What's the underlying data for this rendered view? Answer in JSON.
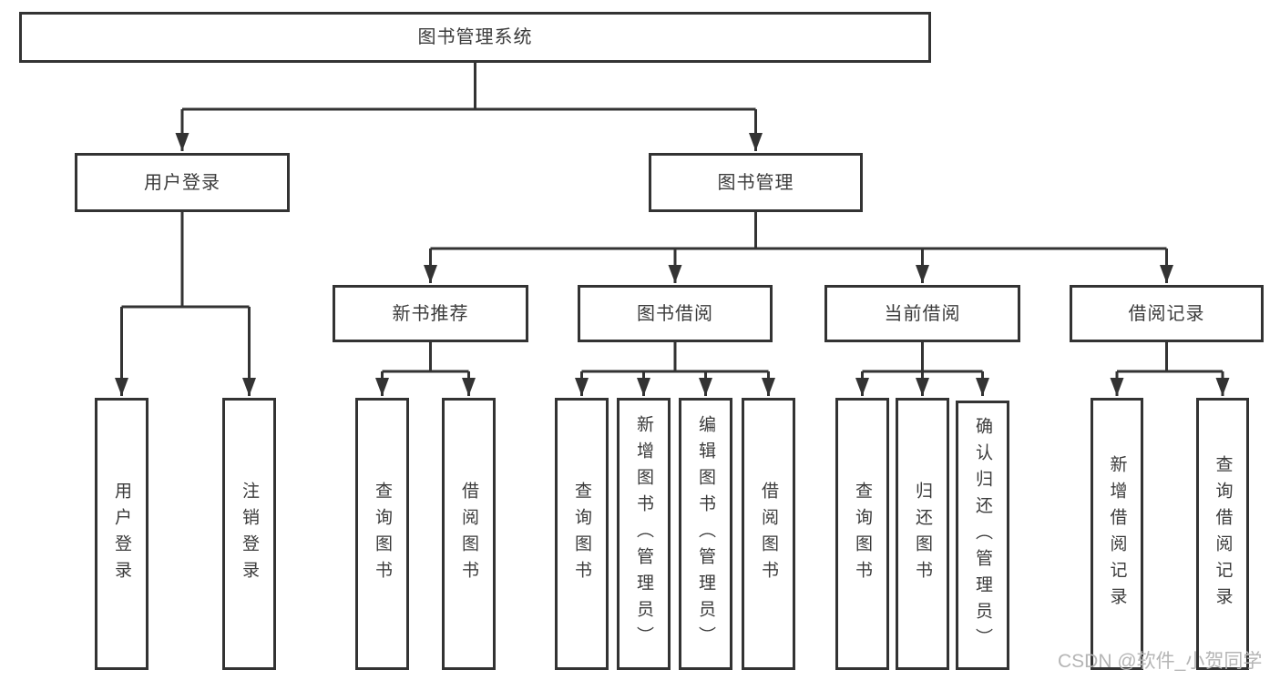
{
  "diagram": {
    "root": {
      "label": "图书管理系统"
    },
    "user_login": {
      "label": "用户登录"
    },
    "book_mgmt": {
      "label": "图书管理"
    },
    "new_book_rec": {
      "label": "新书推荐"
    },
    "book_borrow": {
      "label": "图书借阅"
    },
    "current_borrow": {
      "label": "当前借阅"
    },
    "borrow_record": {
      "label": "借阅记录"
    },
    "leaf_user_login": {
      "label": "用户登录"
    },
    "leaf_logout": {
      "label": "注销登录"
    },
    "leaf_query_book_rec": {
      "label": "查询图书"
    },
    "leaf_borrow_book_rec": {
      "label": "借阅图书"
    },
    "leaf_query_book_borrow": {
      "label": "查询图书"
    },
    "leaf_add_book_admin": {
      "label": "新增图书（管理员）"
    },
    "leaf_edit_book_admin": {
      "label": "编辑图书（管理员）"
    },
    "leaf_borrow_book_borrow": {
      "label": "借阅图书"
    },
    "leaf_query_book_current": {
      "label": "查询图书"
    },
    "leaf_return_book": {
      "label": "归还图书"
    },
    "leaf_confirm_return_admin": {
      "label": "确认归还（管理员）"
    },
    "leaf_add_borrow_record": {
      "label": "新增借阅记录"
    },
    "leaf_query_borrow_record": {
      "label": "查询借阅记录"
    }
  },
  "watermark": {
    "text": "CSDN @软件_小贺同学"
  },
  "colors": {
    "line": "#333333",
    "text": "#3b3b3b",
    "watermark": "#b5b5b5",
    "background": "#ffffff"
  }
}
